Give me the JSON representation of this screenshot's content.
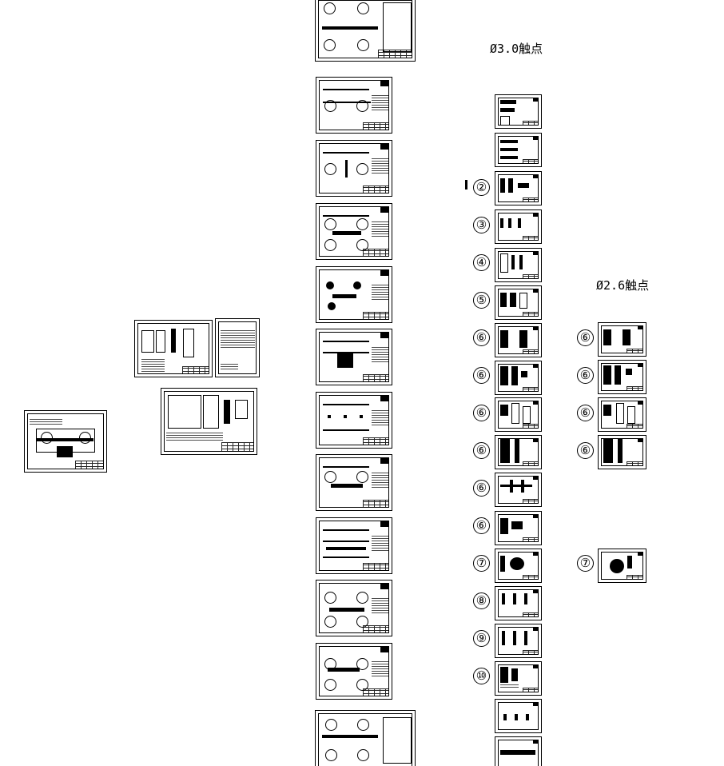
{
  "labels": {
    "dia_30": "Ø3.0触点",
    "dia_26": "Ø2.6触点"
  },
  "markers": {
    "m2": "②",
    "m3": "③",
    "m4": "④",
    "m5": "⑤",
    "m6": "⑥",
    "m7": "⑦",
    "m8": "⑧",
    "m9": "⑨",
    "m10": "⑩"
  }
}
